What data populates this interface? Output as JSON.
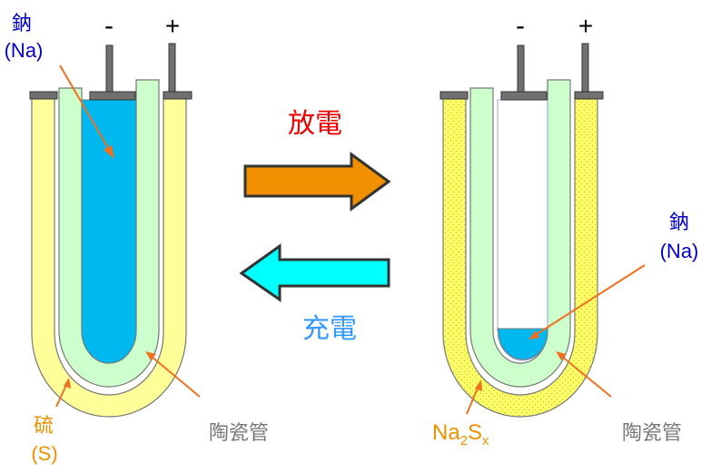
{
  "colors": {
    "sodium": "#00b8f0",
    "sulfur": "#ffff99",
    "sulfide": "#ffff66",
    "ceramic": "#ccffcc",
    "terminal": "#707070",
    "discharge_arrow": "#f09000",
    "charge_arrow": "#00ffff",
    "discharge_text": "#ee0000",
    "charge_text": "#3399ff",
    "sodium_label": "#0000cc",
    "sulfur_label": "#f09000",
    "ceramic_label": "#777777",
    "pointer": "#f07020"
  },
  "left_cell": {
    "minus": "-",
    "plus": "+",
    "sodium_label": "鈉",
    "sodium_symbol": "(Na)",
    "sulfur_label": "硫",
    "sulfur_symbol": "(S)",
    "ceramic_label": "陶瓷管"
  },
  "right_cell": {
    "minus": "-",
    "plus": "+",
    "sodium_label": "鈉",
    "sodium_symbol": "(Na)",
    "sulfide_main": "Na",
    "sulfide_sub1": "2",
    "sulfide_mid": "S",
    "sulfide_sub2": "x",
    "ceramic_label": "陶瓷管"
  },
  "process": {
    "discharge": "放電",
    "charge": "充電"
  }
}
